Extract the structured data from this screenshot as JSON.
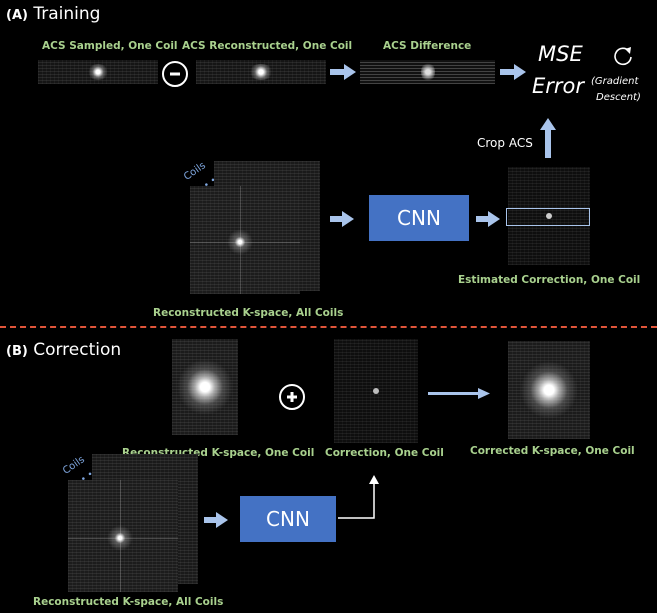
{
  "training": {
    "letter": "(A)",
    "title": "Training",
    "acs_sampled": "ACS Sampled, One Coil",
    "acs_reconstructed": "ACS Reconstructed, One Coil",
    "acs_difference": "ACS Difference",
    "mse": "MSE",
    "error": "Error",
    "gradient": "(Gradient",
    "descent": "Descent)",
    "crop_acs": "Crop ACS",
    "coils": "Coils",
    "cnn": "CNN",
    "estimated_correction": "Estimated Correction, One Coil",
    "recon_all_coils": "Reconstructed K-space, All Coils"
  },
  "correction": {
    "letter": "(B)",
    "title": "Correction",
    "recon_one_coil": "Reconstructed K-space, One Coil",
    "correction_one_coil": "Correction, One Coil",
    "corrected_one_coil": "Corrected K-space, One Coil",
    "coils": "Coils",
    "cnn": "CNN",
    "recon_all_coils": "Reconstructed K-space, All Coils"
  },
  "colors": {
    "caption": "#a9d18e",
    "cnn_box": "#4472c4",
    "arrow": "#a9c4eb",
    "divider": "#e0553a"
  },
  "icons": {
    "minus": "minus-circle-icon",
    "plus": "plus-circle-icon",
    "refresh": "refresh-icon"
  }
}
